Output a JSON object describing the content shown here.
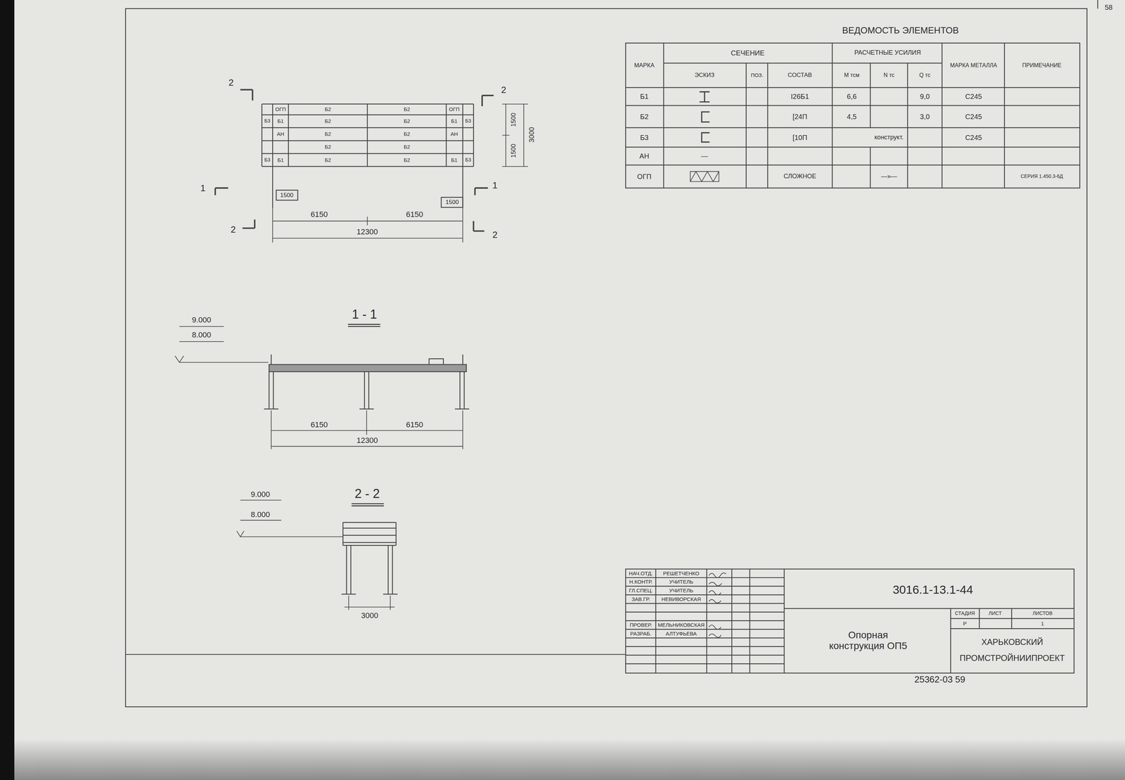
{
  "diagram": {
    "title": "ВЕДОМОСТЬ ЭЛЕМЕНТОВ",
    "labels": [
      "МАРКА",
      "СЕЧЕНИЕ",
      "ЭСКИЗ",
      "ПОЗ.",
      "СОСТАВ",
      "РАСЧЕТНЫЕ УСИЛИЯ",
      "M тсм",
      "N тс",
      "Q тс",
      "МАРКА МЕТАЛЛА",
      "ПРИМЕЧАНИЕ",
      "Б1",
      "I26Б1",
      "6,6",
      "9,0",
      "С245",
      "Б2",
      "[24П",
      "4,5",
      "3,0",
      "С245",
      "Б3",
      "[10П",
      "конструкт.",
      "С245",
      "АН",
      "—",
      "ОГП",
      "СЛОЖНОЕ",
      "—»—",
      "СЕРИЯ 1.450.3-6Д",
      "НАЧ.ОТД.",
      "РЕШЕТЧЕНКО",
      "Н.КОНТР.",
      "УЧИТЕЛЬ",
      "ГЛ.СПЕЦ.",
      "УЧИТЕЛЬ",
      "ЗАВ.ГР.",
      "НЕВИВОРСКАЯ",
      "ПРОВЕР.",
      "МЕЛЬНИКОВСКАЯ",
      "РАЗРАБ.",
      "АЛТУФЬЕВА",
      "3016.1-13.1-44",
      "Опорная конструкция ОП5",
      "СТАДИЯ",
      "ЛИСТ",
      "ЛИСТОВ",
      "Р",
      "1",
      "ХАРЬКОВСКИЙ",
      "ПРОМСТРОЙНИИПРОЕКТ",
      "25362-03 59",
      "58",
      "ОГП",
      "Б2",
      "Б2",
      "ОГП",
      "Б3",
      "Б1",
      "Б2",
      "Б2",
      "Б1",
      "Б3",
      "АН",
      "Б2",
      "Б2",
      "АН",
      "Б2",
      "Б2",
      "Б3",
      "Б1",
      "Б2",
      "Б2",
      "Б1",
      "Б3",
      "1500",
      "1500",
      "3000",
      "1500",
      "1500",
      "6150",
      "6150",
      "12300",
      "2",
      "2",
      "1",
      "1",
      "2",
      "2",
      "1 - 1",
      "9.000",
      "8.000",
      "6150",
      "6150",
      "12300",
      "2 - 2",
      "9.000",
      "8.000",
      "3000"
    ]
  }
}
